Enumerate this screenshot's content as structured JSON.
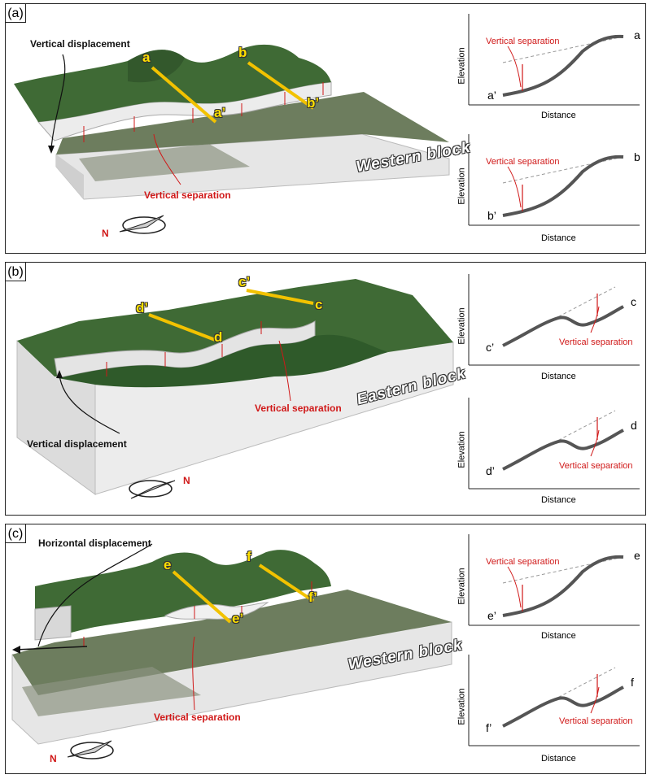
{
  "panels": [
    {
      "label": "(a)",
      "block_name": "Western block",
      "displacement": "Vertical displacement",
      "separation": "Vertical separation",
      "points": [
        "a",
        "a’",
        "b",
        "b’"
      ],
      "graphs": [
        {
          "xlabel": "Distance",
          "ylabel": "Elevation",
          "annotation": "Vertical separation",
          "left": "a’",
          "right": "a"
        },
        {
          "xlabel": "Distance",
          "ylabel": "Elevation",
          "annotation": "Vertical separation",
          "left": "b’",
          "right": "b"
        }
      ]
    },
    {
      "label": "(b)",
      "block_name": "Eastern block",
      "displacement": "Vertical displacement",
      "separation": "Vertical separation",
      "points": [
        "d’",
        "d",
        "c’",
        "c"
      ],
      "graphs": [
        {
          "xlabel": "Distance",
          "ylabel": "Elevation",
          "annotation": "Vertical separation",
          "left": "c’",
          "right": "c"
        },
        {
          "xlabel": "Distance",
          "ylabel": "Elevation",
          "annotation": "Vertical separation",
          "left": "d’",
          "right": "d"
        }
      ]
    },
    {
      "label": "(c)",
      "block_name": "Western block",
      "displacement": "Horizontal displacement",
      "separation": "Vertical separation",
      "points": [
        "e",
        "e’",
        "f",
        "f’"
      ],
      "graphs": [
        {
          "xlabel": "Distance",
          "ylabel": "Elevation",
          "annotation": "Vertical separation",
          "left": "e’",
          "right": "e"
        },
        {
          "xlabel": "Distance",
          "ylabel": "Elevation",
          "annotation": "Vertical separation",
          "left": "f’",
          "right": "f"
        }
      ]
    }
  ],
  "compass_letter": "N",
  "colors": {
    "terrain": "#3f6a35",
    "terrain_dark": "#2c4d27",
    "urban": "#7d8b72",
    "fault_scarp": "#e9e9e9",
    "profile_line": "#f2c200",
    "separation": "#d01818",
    "curve": "#555555"
  }
}
